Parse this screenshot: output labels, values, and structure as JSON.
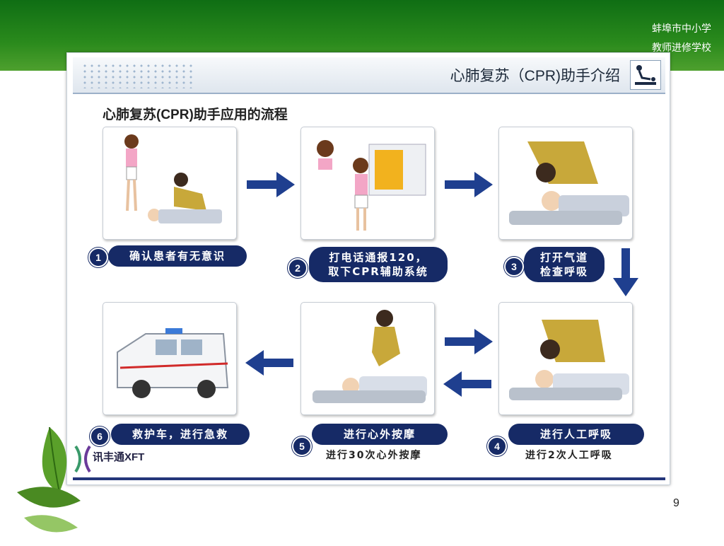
{
  "school": {
    "line1": "蚌埠市中小学",
    "line2": "教师进修学校"
  },
  "header": {
    "title": "心肺复苏（CPR)助手介绍"
  },
  "subtitle": "心肺复苏(CPR)助手应用的流程",
  "steps": [
    {
      "num": "1",
      "label": "确认患者有无意识"
    },
    {
      "num": "2",
      "label_line1": "打电话通报120，",
      "label_line2": "取下CPR辅助系统"
    },
    {
      "num": "3",
      "label_line1": "打开气道",
      "label_line2": "检查呼吸"
    },
    {
      "num": "4",
      "label": "进行人工呼吸",
      "note": "进行2次人工呼吸"
    },
    {
      "num": "5",
      "label": "进行心外按摩",
      "note": "进行30次心外按摩"
    },
    {
      "num": "6",
      "label": "救护车，进行急救"
    }
  ],
  "brand": {
    "name": "讯丰通XFT"
  },
  "page_number": "9",
  "colors": {
    "top_bar": "#2a8a1c",
    "pill": "#162a66",
    "arrow": "#1f3f8f"
  }
}
